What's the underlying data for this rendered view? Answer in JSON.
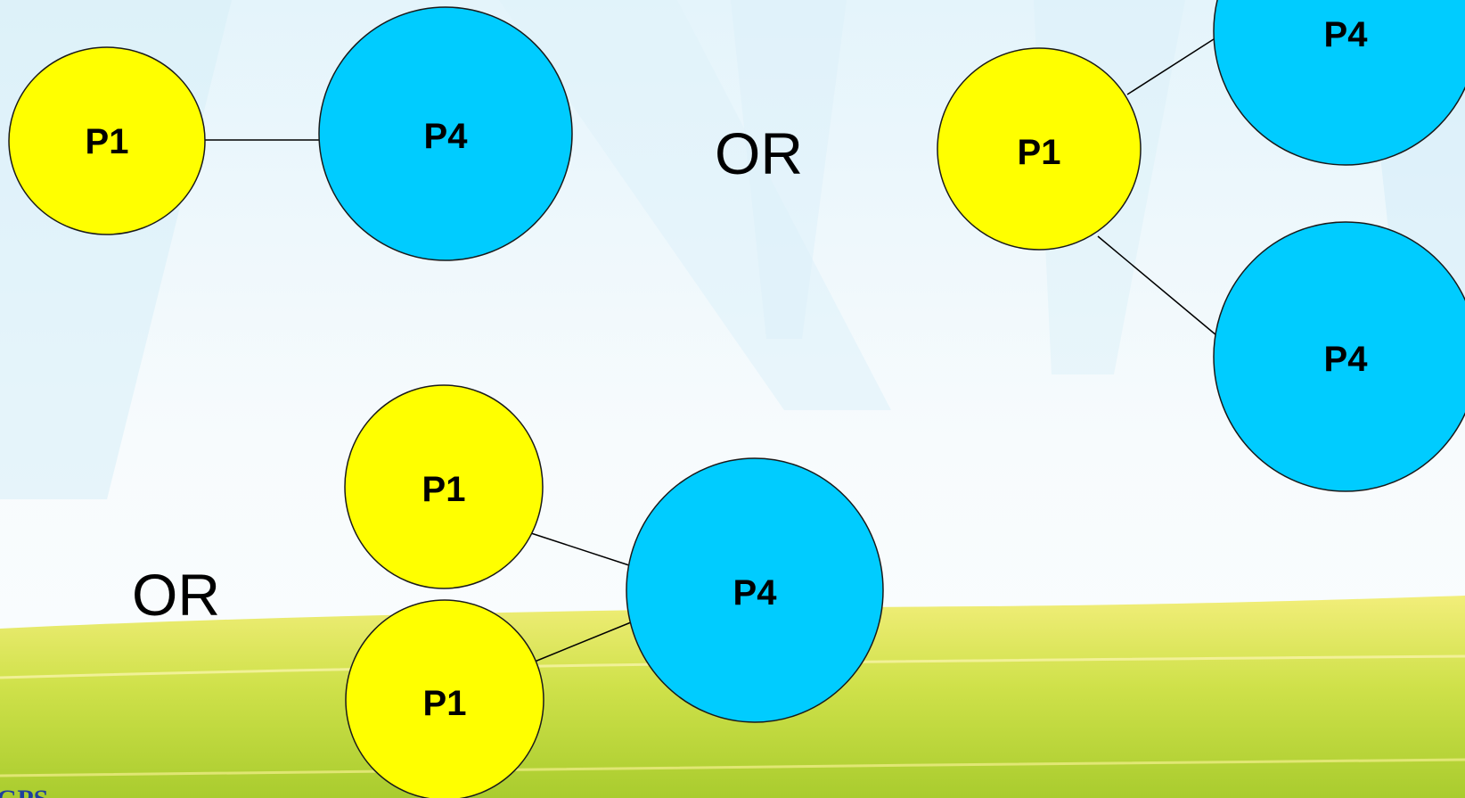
{
  "colors": {
    "yellow_node": "#FFFF00",
    "blue_node": "#00CCFF",
    "outline": "#1a1a1a",
    "connector": "#000000",
    "sky_top": "#e4f4fb",
    "sky_bottom": "#fbfdfe",
    "grass_light": "#f2ee7a",
    "grass_mid": "#cfe14a",
    "grass_dark": "#a9cc2e",
    "logo_blue": "#1f3f9c"
  },
  "diagram_1": {
    "p1_label": "P1",
    "p4_label": "P4"
  },
  "separator_top": "OR",
  "diagram_2": {
    "p1_label": "P1",
    "p4_top_label": "P4",
    "p4_bottom_label": "P4"
  },
  "separator_bottom": "OR",
  "diagram_3": {
    "p1_top_label": "P1",
    "p1_bottom_label": "P1",
    "p4_label": "P4"
  },
  "logo": {
    "text": "GPS"
  }
}
